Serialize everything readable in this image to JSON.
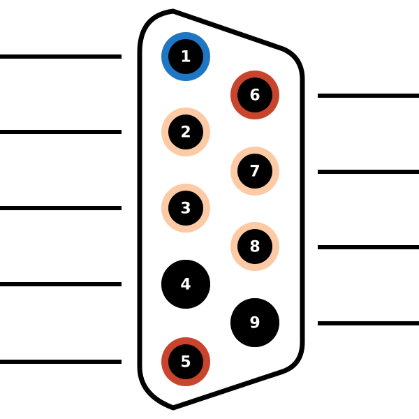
{
  "connector": {
    "shell_color": "#000000",
    "fill_color": "#ffffff"
  },
  "ring_colors": {
    "blue": "#1f77c4",
    "red": "#c8442c",
    "peach": "#fdcaa6",
    "none": "#000000"
  },
  "pins": [
    {
      "label": "1",
      "side": "left",
      "ring": "blue"
    },
    {
      "label": "2",
      "side": "left",
      "ring": "peach"
    },
    {
      "label": "3",
      "side": "left",
      "ring": "peach"
    },
    {
      "label": "4",
      "side": "left",
      "ring": "none"
    },
    {
      "label": "5",
      "side": "left",
      "ring": "red"
    },
    {
      "label": "6",
      "side": "right",
      "ring": "red"
    },
    {
      "label": "7",
      "side": "right",
      "ring": "peach"
    },
    {
      "label": "8",
      "side": "right",
      "ring": "peach"
    },
    {
      "label": "9",
      "side": "right",
      "ring": "none"
    }
  ]
}
